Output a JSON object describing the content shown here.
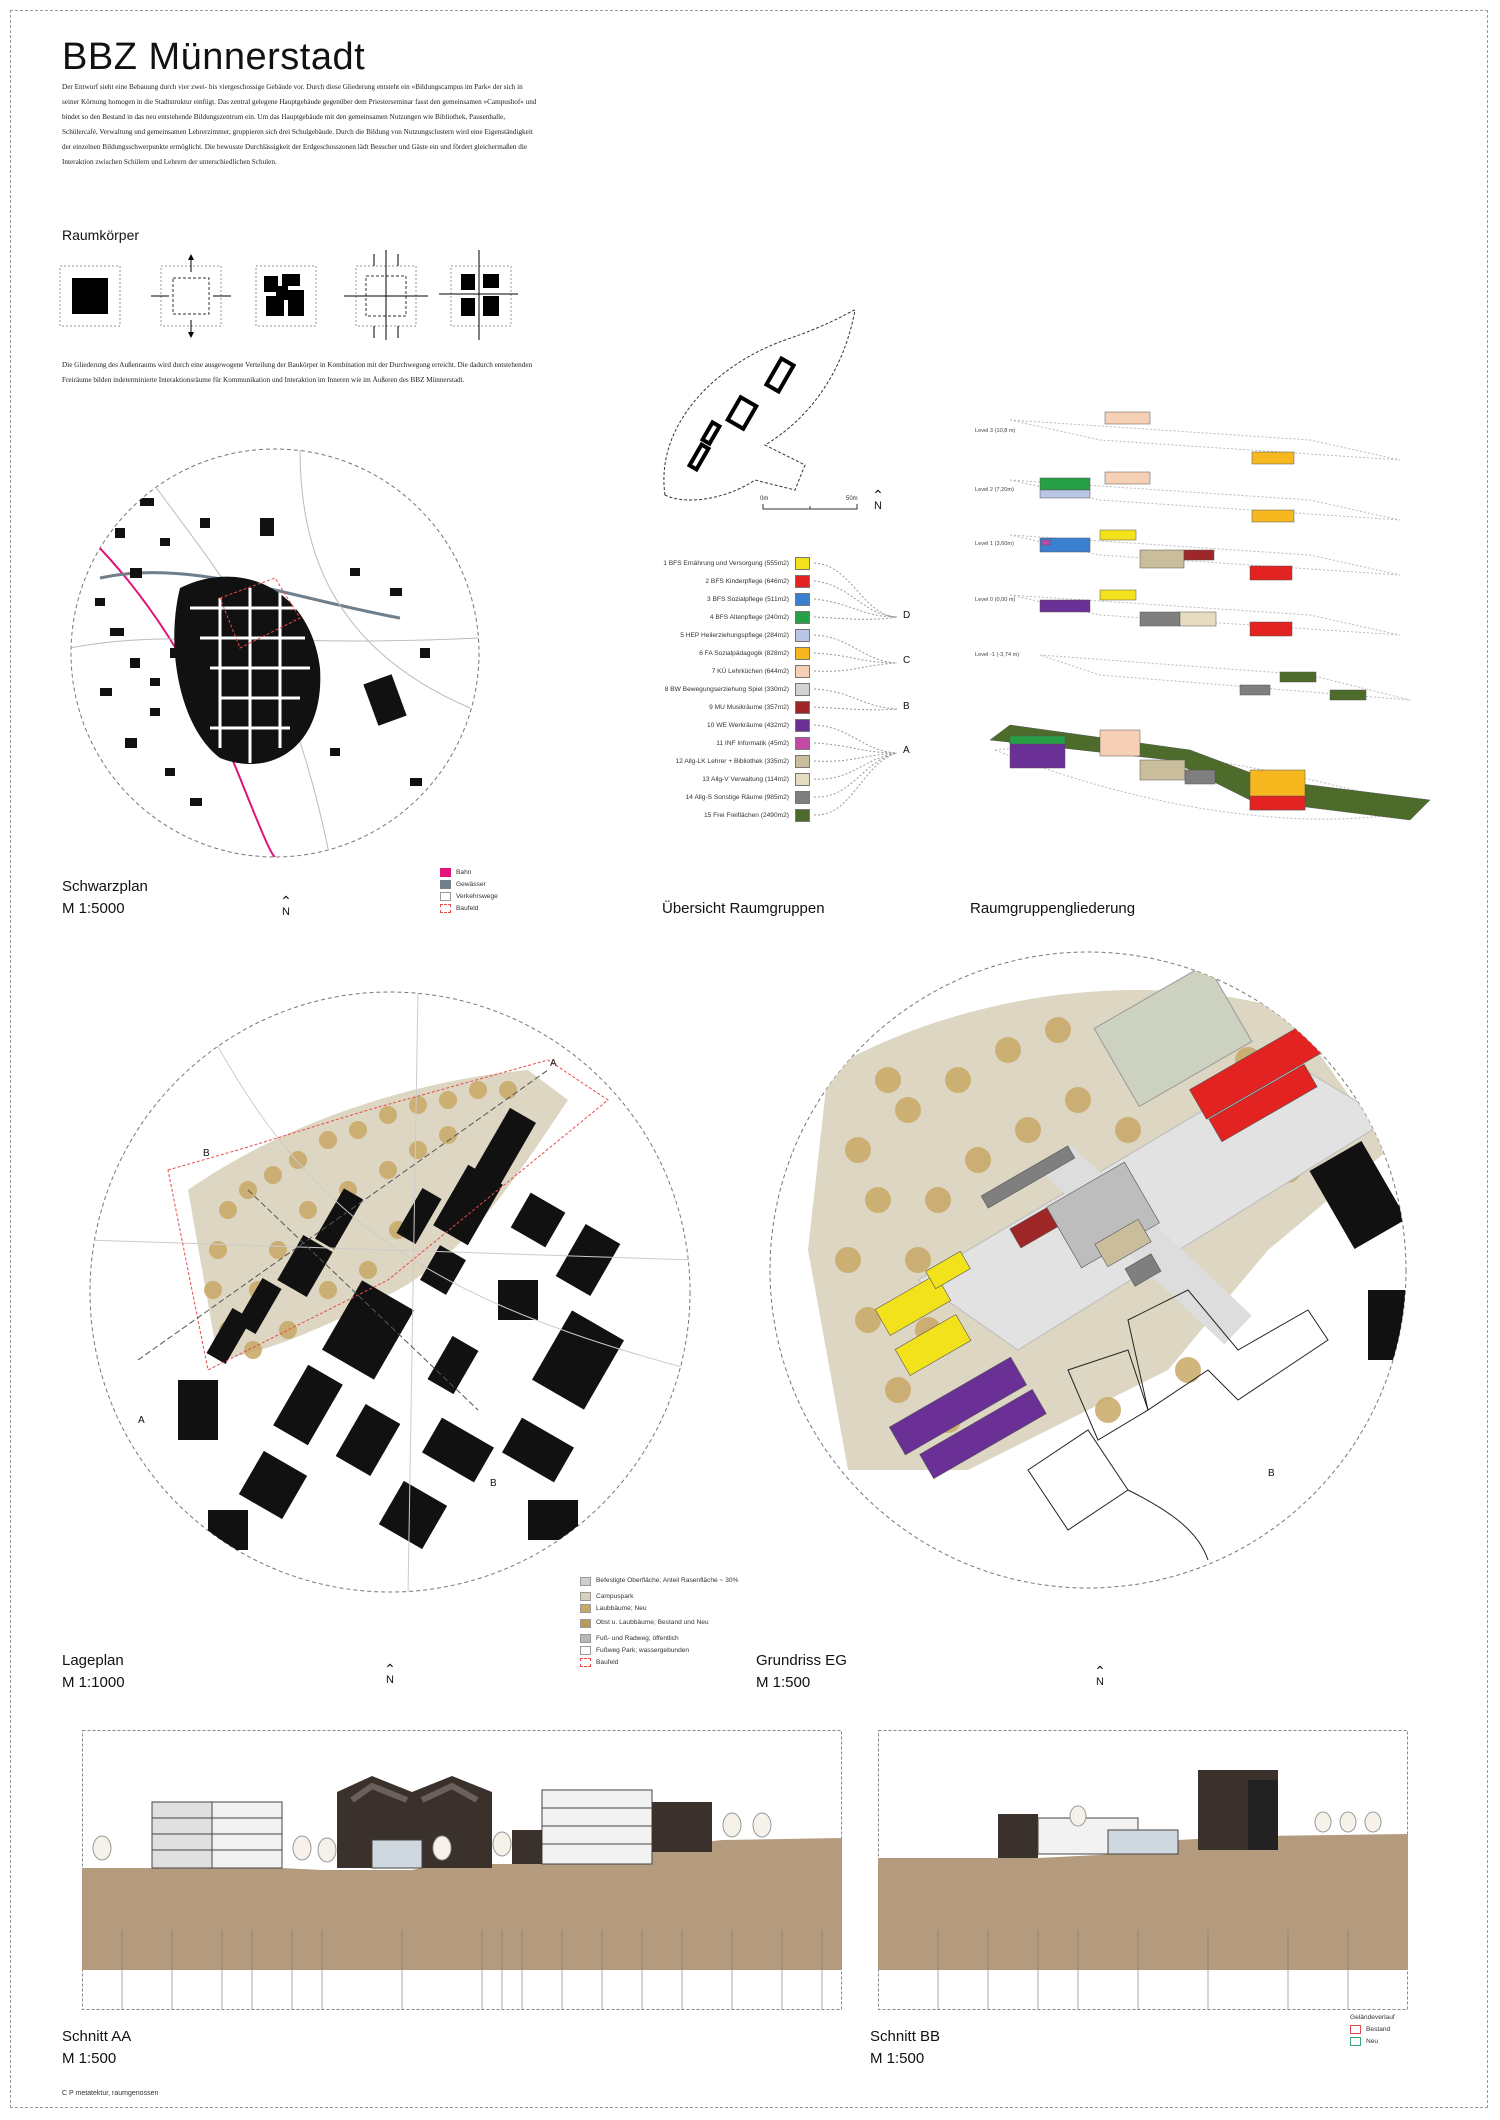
{
  "header": {
    "title": "BBZ Münnerstadt",
    "intro": "Der Entwurf sieht eine Bebauung durch vier zwei- bis viergeschossige Gebäude vor. Durch diese Gliederung entsteht ein »Bildungscampus im Park« der sich in seiner Körnung homogen in die Stadtstruktur einfügt. Das zentral gelegene Hauptgebäude gegenüber dem Priesterseminar fasst den gemeinsamen »Campushof« und bindet so den Bestand in das neu entstehende Bildungszentrum ein. Um das Hauptgebäude mit den gemeinsamen Nutzungen wie Bibliothek, Pausenhalle, Schülercafé, Verwaltung und gemeinsamen Lehrerzimmer, gruppieren sich drei Schulgebäude. Durch die Bildung von Nutzungsclustern wird eine Eigenständigkeit der einzelnen Bildungsschwerpunkte ermöglicht. Die bewusste Durchlässigkeit der Erdgeschosszonen lädt Besucher und Gäste ein und fördert gleichermaßen die Interaktion zwischen Schülern und Lehrern der unterschiedlichen Schulen."
  },
  "raumkoerper": {
    "heading": "Raumkörper",
    "text": "Die Gliederung des Außenraums wird durch eine ausgewogene Verteilung der Baukörper in Kombination mit der Durchwegung erreicht. Die dadurch entstehenden Freiräume bilden indeterminierte Interaktionsräume für Kommunikation und Interaktion im Inneren wie im Äußeren des BBZ Münnerstadt."
  },
  "schwarzplan": {
    "title": "Schwarzplan",
    "scale": "M 1:5000",
    "north": "N",
    "legend": [
      {
        "label": "Bahn",
        "color": "#e0147a"
      },
      {
        "label": "Gewässer",
        "color": "#6f7f8c"
      },
      {
        "label": "Verkehrswege",
        "color": "#ffffff"
      },
      {
        "label": "Baufeld",
        "color": "#ffffff"
      }
    ]
  },
  "site_diagram": {
    "scale_start": "0m",
    "scale_end": "50m",
    "north": "N"
  },
  "raumgruppen": {
    "title": "Übersicht Raumgruppen",
    "items": [
      {
        "label": "1 BFS Ernährung und Versorgung (555m2)",
        "color": "#f2e21c"
      },
      {
        "label": "2 BFS Kinderpflege (646m2)",
        "color": "#e32222"
      },
      {
        "label": "3 BFS Sozialpflege (511m2)",
        "color": "#3b7fd1"
      },
      {
        "label": "4 BFS Altenpflege (240m2)",
        "color": "#25a046"
      },
      {
        "label": "5 HEP Heilerziehungspflege (284m2)",
        "color": "#b9c6e6"
      },
      {
        "label": "6 FA Sozialpädagogik (828m2)",
        "color": "#f6b81e"
      },
      {
        "label": "7 KÜ Lehrküchen (644m2)",
        "color": "#f6d0b4"
      },
      {
        "label": "8 BW Bewegungserziehung Spiel (330m2)",
        "color": "#d2d2d2"
      },
      {
        "label": "9 MU Musikräume (357m2)",
        "color": "#9e2626"
      },
      {
        "label": "10 WE Werkräume (432m2)",
        "color": "#6a3096"
      },
      {
        "label": "11 INF Informatik (45m2)",
        "color": "#c24aa6"
      },
      {
        "label": "12 Allg-LK Lehrer + Bibliothek (335m2)",
        "color": "#c9bd9c"
      },
      {
        "label": "13 Allg-V Verwaltung (114m2)",
        "color": "#e6dcc2"
      },
      {
        "label": "14 Allg-S Sonstige Räume (985m2)",
        "color": "#7f7f7f"
      },
      {
        "label": "15 Frei Freiflächen (2490m2)",
        "color": "#4d6b2a"
      }
    ],
    "groups": [
      "D",
      "C",
      "B",
      "A"
    ]
  },
  "gliederung": {
    "title": "Raumgruppengliederung",
    "levels": [
      "Level 3 (10,8 m)",
      "Level 2 (7,20m)",
      "Level 1 (3,60m)",
      "Level 0 (0,00 m)",
      "Level -1 (-3,74 m)"
    ]
  },
  "lageplan": {
    "title": "Lageplan",
    "scale": "M 1:1000",
    "north": "N",
    "cut_a": "A",
    "cut_b": "B",
    "legend": [
      {
        "label": "Befestigte Oberfläche; Anteil Rasenfläche ~ 30%",
        "color": "#cfcfcf"
      },
      {
        "label": "Campuspark",
        "color": "#d8d1bc"
      },
      {
        "label": "Laubbäume; Neu",
        "color": "#c8a866"
      },
      {
        "label": "Obst u. Laubbäume; Bestand und Neu",
        "color": "#b89a5a"
      },
      {
        "label": "Fuß- und Radweg; öffentlich",
        "color": "#b8b8b8"
      },
      {
        "label": "Fußweg Park; wassergebunden",
        "color": "#ffffff"
      },
      {
        "label": "Baufeld",
        "color": "#ffffff"
      }
    ]
  },
  "grundriss": {
    "title": "Grundriss EG",
    "scale": "M 1:500",
    "north": "N",
    "cut_b": "B"
  },
  "schnitt_aa": {
    "title": "Schnitt AA",
    "scale": "M 1:500"
  },
  "schnitt_bb": {
    "title": "Schnitt BB",
    "scale": "M 1:500"
  },
  "gelaende": {
    "heading": "Geländeverlauf",
    "items": [
      {
        "label": "Bestand",
        "color": "#d94a4a"
      },
      {
        "label": "Neu",
        "color": "#37a67a"
      }
    ]
  },
  "credit": "C P metatektur, raumgenossen"
}
